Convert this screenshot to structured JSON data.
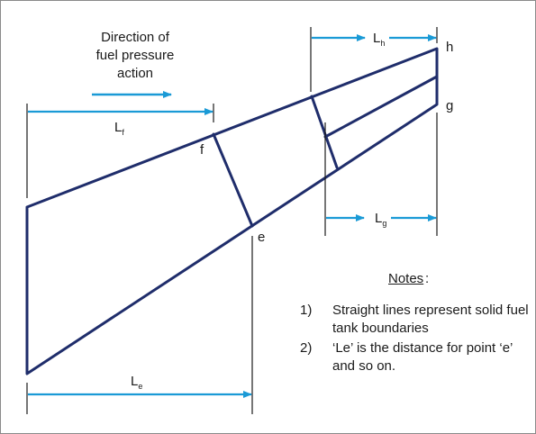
{
  "title_lines": [
    "Direction of",
    "fuel pressure",
    "action"
  ],
  "colors": {
    "tank": "#1f2d6b",
    "arrow": "#1a9ad6",
    "dim_line": "#1a1a1a",
    "text": "#1a1a1a"
  },
  "points": {
    "e": "e",
    "f": "f",
    "g": "g",
    "h": "h"
  },
  "dims": {
    "Lf": {
      "main": "L",
      "sub": "f"
    },
    "Le": {
      "main": "L",
      "sub": "e"
    },
    "Lh": {
      "main": "L",
      "sub": "h"
    },
    "Lg": {
      "main": "L",
      "sub": "g"
    }
  },
  "notes": {
    "title": "Notes",
    "colon": ":",
    "items": [
      {
        "num": "1)",
        "text": "Straight lines represent solid fuel tank boundaries"
      },
      {
        "num": "2)",
        "text": "‘Le’ is the distance for point ‘e’ and so on."
      }
    ]
  }
}
